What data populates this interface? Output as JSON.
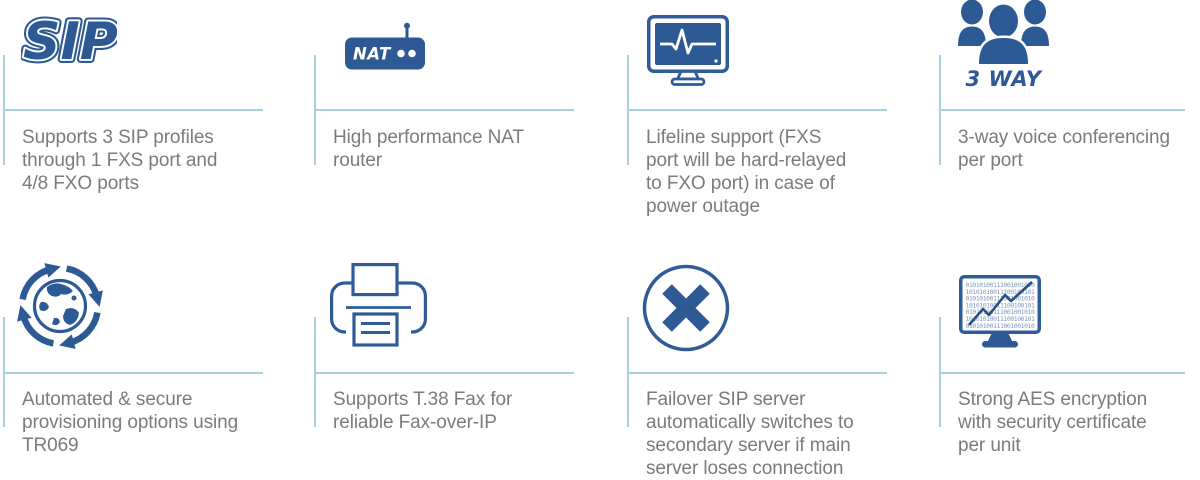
{
  "colors": {
    "icon_blue": "#2d5a94",
    "outline_blue": "#2f5c98",
    "rule_light_blue": "#aacfe0",
    "text_gray": "#7b7b7b",
    "background": "#ffffff"
  },
  "features": [
    {
      "id": "sip-profiles",
      "icon": "sip-logo-icon",
      "logo_text": "SIP",
      "description": "Supports 3 SIP profiles\nthrough 1 FXS port and\n4/8 FXO ports"
    },
    {
      "id": "nat-router",
      "icon": "nat-router-icon",
      "logo_text": "NAT",
      "description": "High performance NAT\nrouter"
    },
    {
      "id": "lifeline-support",
      "icon": "lifeline-monitor-icon",
      "description": "Lifeline support (FXS\nport will be hard-relayed\nto FXO port) in case of\npower outage"
    },
    {
      "id": "three-way-conferencing",
      "icon": "three-way-people-icon",
      "logo_text": "3 WAY",
      "description": "3-way voice conferencing\nper port"
    },
    {
      "id": "provisioning-tr069",
      "icon": "globe-sync-icon",
      "description": "Automated & secure\nprovisioning options using\nTR069"
    },
    {
      "id": "t38-fax",
      "icon": "fax-printer-icon",
      "description": "Supports T.38 Fax for\nreliable Fax-over-IP"
    },
    {
      "id": "failover-sip-server",
      "icon": "failover-cross-circle-icon",
      "description": "Failover SIP server\nautomatically switches to\nsecondary server if main\nserver loses connection"
    },
    {
      "id": "aes-encryption",
      "icon": "encryption-monitor-icon",
      "description": "Strong AES encryption\nwith security certificate\nper unit",
      "binary_rows": [
        "0101010011100100101010",
        "1010101001110010010101",
        "0101010011100100101010",
        "1010101001110010010101",
        "0101010011100100101010",
        "1010101001110010010101",
        "0101010011100100101010"
      ]
    }
  ]
}
